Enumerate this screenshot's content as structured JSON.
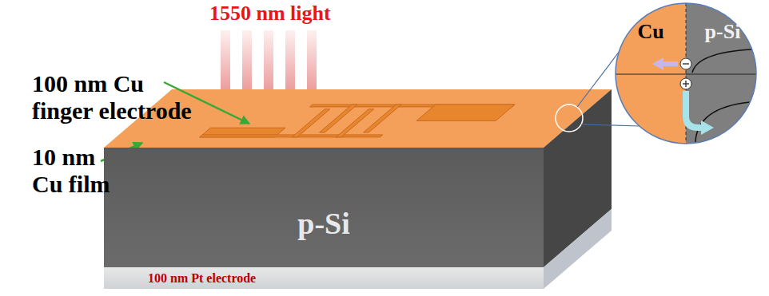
{
  "diagram": {
    "nodes": [
      {
        "text": [
          "p-Si"
        ]
      },
      {
        "text": [
          "100 nm Pt electrode"
        ]
      },
      {
        "text": [
          "Cu"
        ]
      },
      {
        "text": [
          "p-Si"
        ]
      }
    ],
    "labels": [
      "1550 nm light",
      "100 nm Cu finger electrode",
      "10 nm Cu film"
    ]
  }
}
